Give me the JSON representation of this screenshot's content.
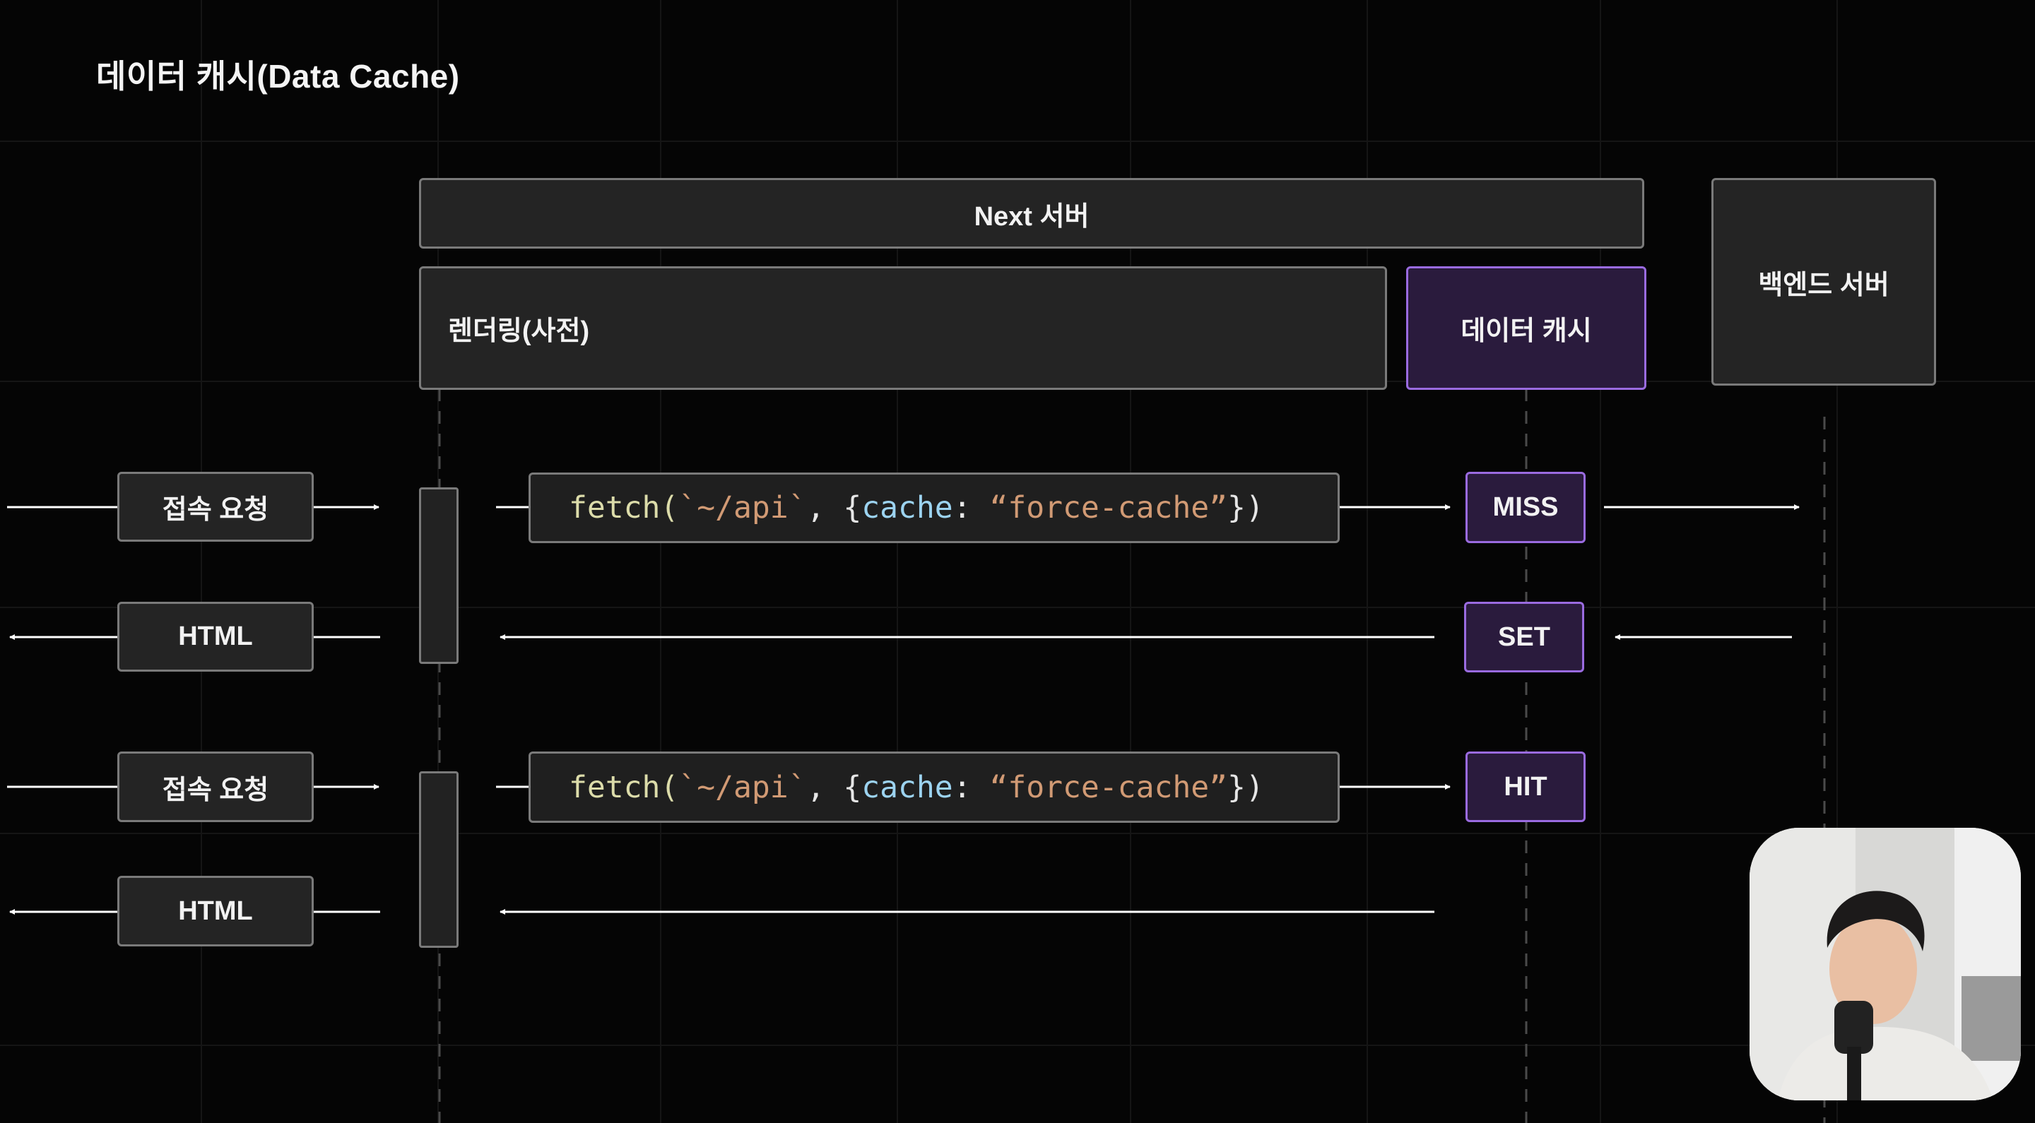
{
  "title": "데이터 캐시(Data Cache)",
  "lanes": {
    "next_server": "Next 서버",
    "rendering": "렌더링(사전)",
    "data_cache": "데이터 캐시",
    "backend_server": "백엔드 서버"
  },
  "rows": [
    {
      "request_label": "접속 요청",
      "response_label": "HTML",
      "cache_request": "MISS",
      "cache_response": "SET"
    },
    {
      "request_label": "접속 요청",
      "response_label": "HTML",
      "cache_request": "HIT"
    }
  ],
  "fetch_code": {
    "fn": "fetch(",
    "url": "`~/api`",
    "sep": ", {",
    "key": "cache",
    "colon": ": ",
    "value": "“force-cache”",
    "close": "})"
  },
  "colors": {
    "background": "#050505",
    "box_fill": "#242424",
    "box_border": "#7a7a7a",
    "cache_fill": "#2a1b3d",
    "cache_border": "#9a6be0",
    "arrow": "#ffffff"
  }
}
